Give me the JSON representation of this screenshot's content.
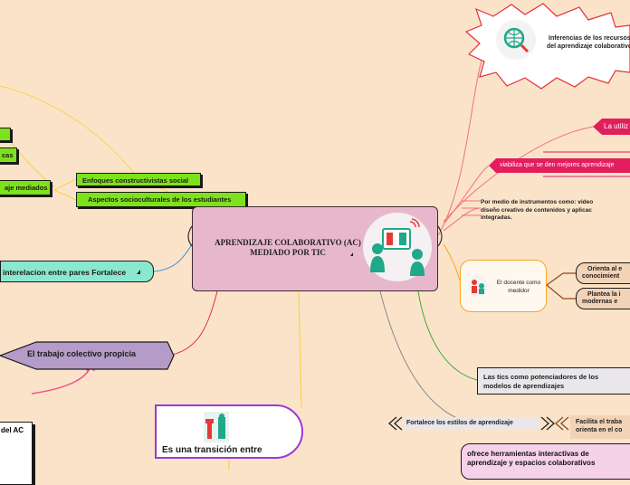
{
  "central": {
    "title_line1": "APRENDIZAJE COLABORATIVO  (AC)",
    "title_line2": "MEDIADO POR TIC"
  },
  "left": {
    "green_mediados": "aje mediados",
    "green_cas": "cas",
    "enfoques": "Enfoques constructivistas social",
    "aspectos": "Aspectos socioculturales de los estudiantes",
    "interrelacion": "interelacion entre pares Fortalece",
    "trabajo_colectivo": "El trabajo colectivo propicia",
    "doc_label": "del AC"
  },
  "bottom": {
    "transicion": "Es una transición entre"
  },
  "right": {
    "inferencias_line1": "Inferencias de los recursos",
    "inferencias_line2": "del aprendizaje colaborativo",
    "utiliza": "La utiliz",
    "viabiliza": "viabiliza que se den mejores aprendizaje",
    "medios_line1": "Por medio de instrumentos como: video",
    "medios_line2": "diseño creativo de contenidos  y aplicac",
    "medios_line3": "integradas.",
    "docente_line1": "El docente como",
    "docente_line2": "medidor",
    "orienta_line1": "Orienta al e",
    "orienta_line2": "conocimient",
    "plantea_line1": "Plantea la i",
    "plantea_line2": "modernas  e",
    "tics_line1": "Las tics como potenciadores de los",
    "tics_line2": "modelos de aprendizajes",
    "fortalece_estilos": "Fortalece los estilos de aprendizaje",
    "facilita_line1": "Facilita el traba",
    "facilita_line2": "orienta en el co",
    "ofrece_line1": "ofrece herramientas interactivas de",
    "ofrece_line2": "aprendizaje y espacios colaborativos"
  },
  "colors": {
    "background": "#fbe3c9",
    "central": "#e7b8cb",
    "green": "#7ee21a",
    "teal": "#8ae8cf",
    "purple": "#b59bc8",
    "magenta": "#e21e5c",
    "orange": "#f5a623"
  }
}
